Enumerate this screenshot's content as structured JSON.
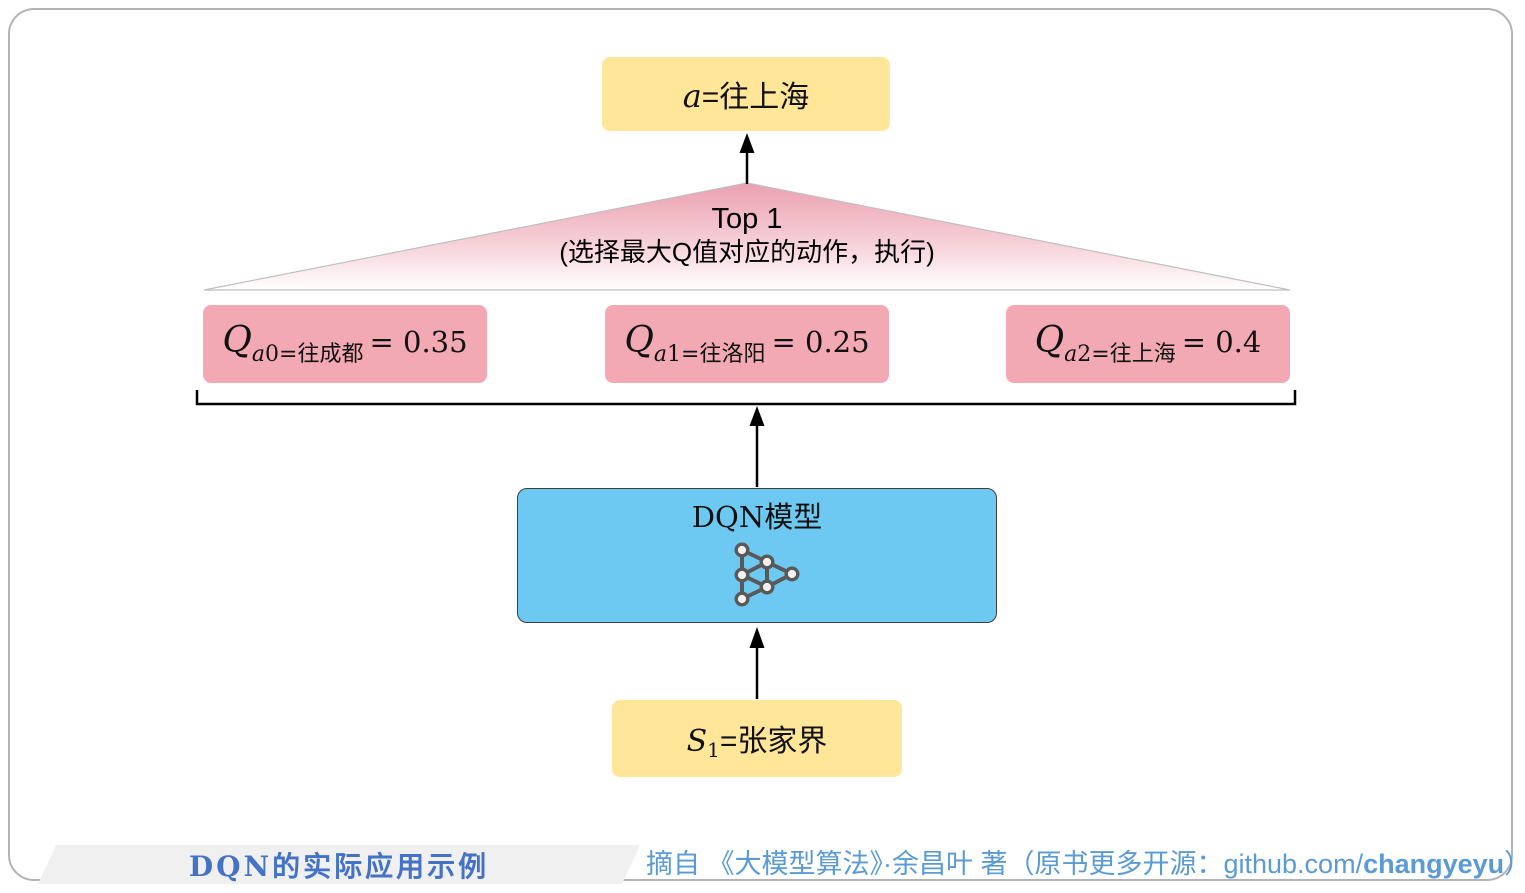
{
  "colors": {
    "page_border": "#b3b3b3",
    "yellow_box": "#FFE699",
    "pink_box": "#F2A9B4",
    "blue_box": "#6EC9F2",
    "triangle_top": "#EBA0B0",
    "footer_title_blue": "#4472C4",
    "footer_source_blue": "#5B9BD5",
    "network_icon_gray": "#595959"
  },
  "diagram": {
    "action_box": {
      "var": "a",
      "rest": "=往上海"
    },
    "selector_triangle": {
      "line1": "Top 1",
      "line2": "(选择最大Q值对应的动作，执行)"
    },
    "q_boxes": [
      {
        "q": "Q",
        "sub_var": "a",
        "sub_idx": "0",
        "sub_rest": "=往成都",
        "value": "= 0.35"
      },
      {
        "q": "Q",
        "sub_var": "a",
        "sub_idx": "1",
        "sub_rest": "=往洛阳",
        "value": "= 0.25"
      },
      {
        "q": "Q",
        "sub_var": "a",
        "sub_idx": "2",
        "sub_rest": "=往上海",
        "value": "= 0.4"
      }
    ],
    "model_box": {
      "label": "DQN模型",
      "icon": "neural-network-icon"
    },
    "state_box": {
      "var": "S",
      "sub": "1",
      "rest": "=张家界"
    }
  },
  "footer": {
    "title": "DQN的实际应用示例",
    "source_before": "摘自 《大模型算法》·余昌叶 著（原书更多开源：github.com/",
    "source_bold": "changyeyu",
    "source_after": "）"
  }
}
